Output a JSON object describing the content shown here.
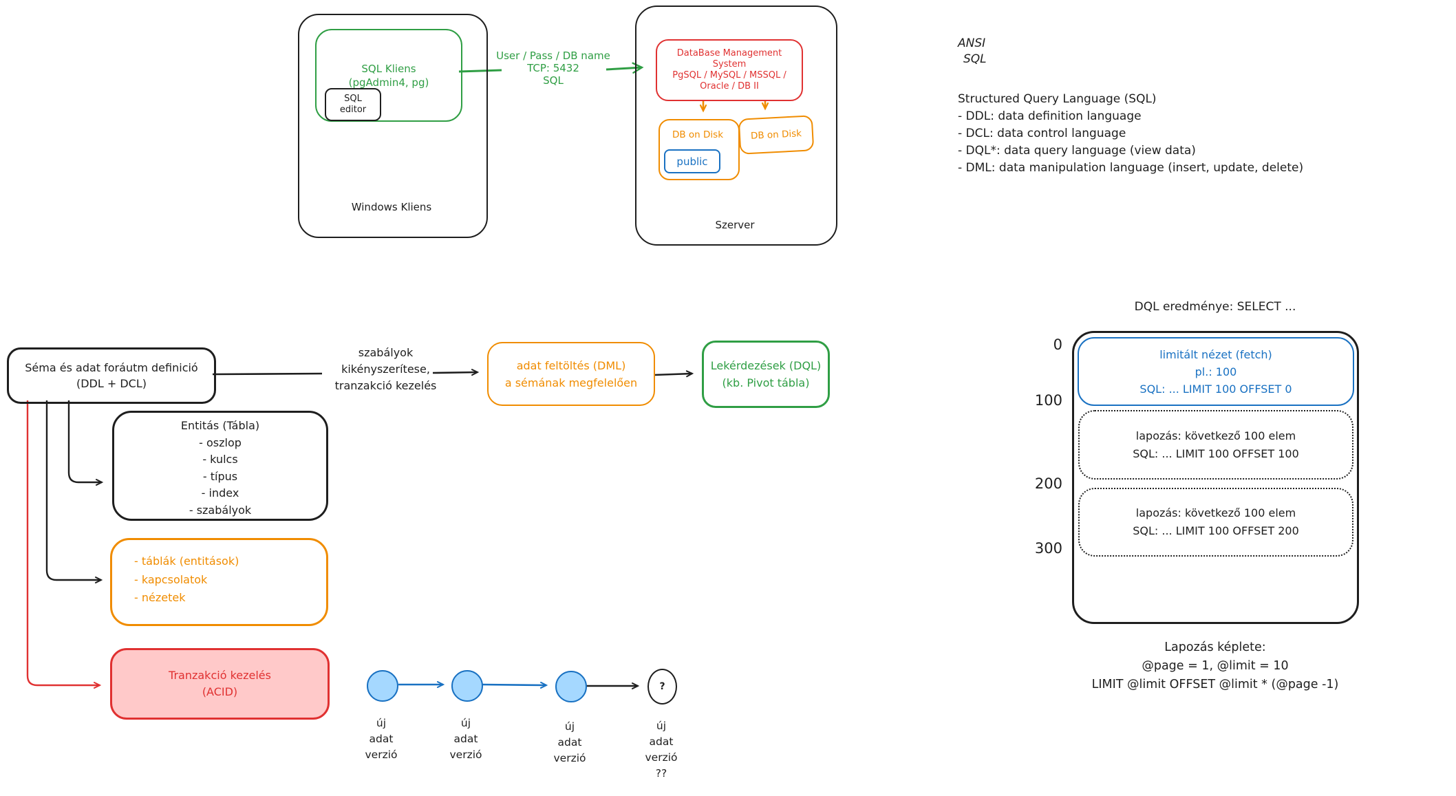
{
  "colors": {
    "ink": "#1e1e1e",
    "green": "#2f9e44",
    "red": "#e03131",
    "orange": "#f08c00",
    "blue": "#1971c2",
    "blue_fill": "#a5d8ff",
    "red_fill": "#ffc9c9"
  },
  "client": {
    "window_label": "Windows Kliens",
    "sql_client_line1": "SQL Kliens",
    "sql_client_line2": "(pgAdmin4, pg)",
    "sql_editor_line1": "SQL",
    "sql_editor_line2": "editor"
  },
  "connection": {
    "line1": "User / Pass / DB name",
    "line2": "TCP: 5432",
    "line3": "SQL"
  },
  "server": {
    "label": "Szerver",
    "dbms_line1": "DataBase Management",
    "dbms_line2": "System",
    "dbms_line3": "PgSQL / MySQL / MSSQL /",
    "dbms_line4": "Oracle / DB II",
    "db_disk_left": "DB on Disk",
    "db_disk_right": "DB on Disk",
    "schema_public": "public"
  },
  "ansi": {
    "line1": "ANSI",
    "line2": "SQL"
  },
  "sql_notes": {
    "title": "Structured Query Language (SQL)",
    "items": [
      "- DDL: data definition language",
      "- DCL: data control language",
      "- DQL*: data query language (view data)",
      "- DML: data manipulation language (insert, update, delete)"
    ]
  },
  "flow": {
    "schema_line1": "Séma és adat foráutm definició",
    "schema_line2": "(DDL + DCL)",
    "rules_line1": "szabályok",
    "rules_line2": "kikényszerítese,",
    "rules_line3": "tranzakció kezelés",
    "dml_line1": "adat feltöltés (DML)",
    "dml_line2": "a sémának megfelelően",
    "dql_line1": "Lekérdezések (DQL)",
    "dql_line2": "(kb. Pivot tábla)"
  },
  "entity": {
    "title": "Entitás (Tábla)",
    "items": [
      "- oszlop",
      "- kulcs",
      "- típus",
      "- index",
      "- szabályok"
    ]
  },
  "schema_objects": {
    "items": [
      "- táblák (entitások)",
      "- kapcsolatok",
      "- nézetek"
    ]
  },
  "transaction": {
    "line1": "Tranzakció kezelés",
    "line2": "(ACID)"
  },
  "versions": {
    "question_mark": "?",
    "labels": [
      [
        "új",
        "adat",
        "verzió"
      ],
      [
        "új",
        "adat",
        "verzió"
      ],
      [
        "új",
        "adat",
        "verzió"
      ],
      [
        "új",
        "adat",
        "verzió",
        "??"
      ]
    ]
  },
  "pagination": {
    "title": "DQL eredménye: SELECT ...",
    "scale": [
      "0",
      "100",
      "200",
      "300"
    ],
    "fetch_lines": [
      "limitált nézet (fetch)",
      "pl.: 100",
      "SQL: ... LIMIT 100 OFFSET 0"
    ],
    "page2_lines": [
      "lapozás: következő 100 elem",
      "SQL: ... LIMIT 100 OFFSET 100"
    ],
    "page3_lines": [
      "lapozás: következő 100 elem",
      "SQL: ... LIMIT 100 OFFSET 200"
    ],
    "formula_lines": [
      "Lapozás képlete:",
      "@page = 1, @limit = 10",
      "LIMIT @limit OFFSET @limit * (@page -1)"
    ]
  }
}
